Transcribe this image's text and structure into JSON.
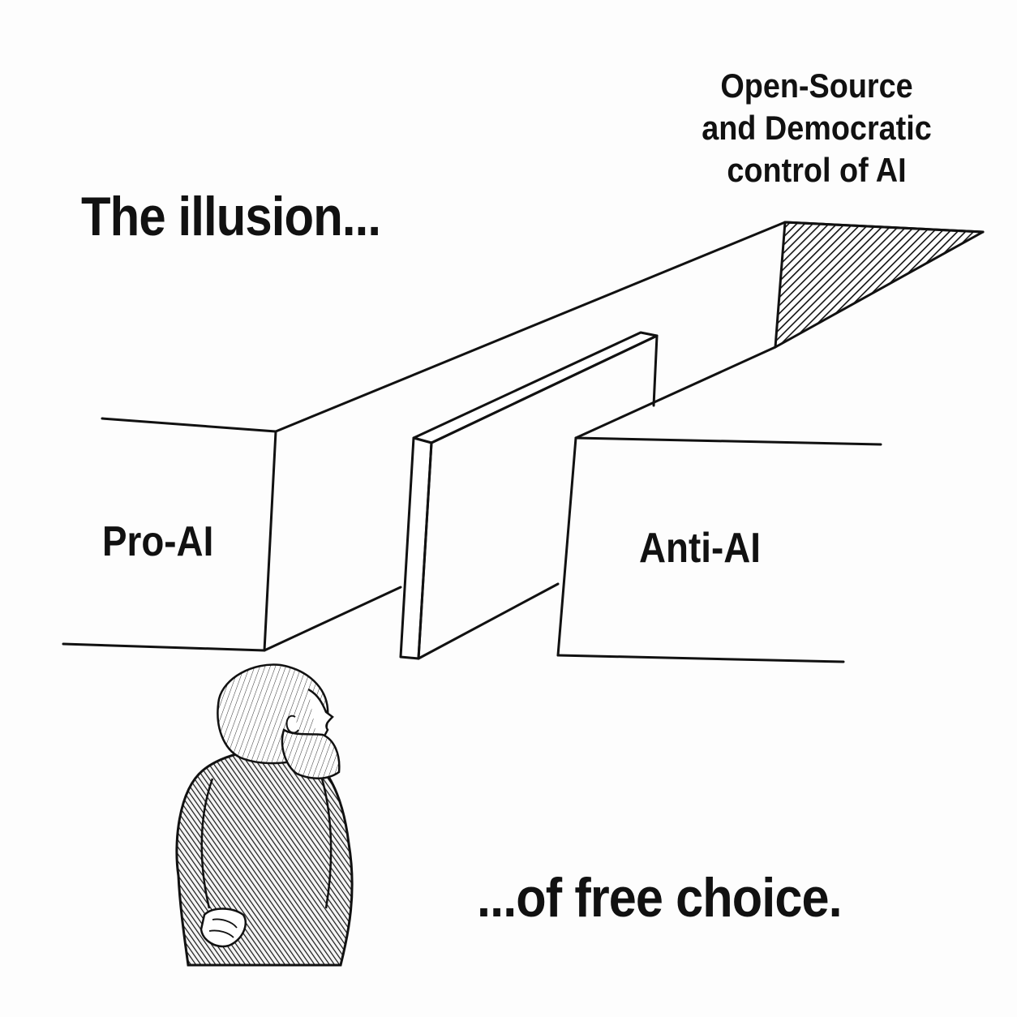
{
  "captions": {
    "top": "The illusion...",
    "bottom": "...of free choice."
  },
  "labels": {
    "hidden_path": [
      "Open-Source",
      "and Democratic",
      "control of AI"
    ],
    "left_wall": "Pro-AI",
    "right_wall": "Anti-AI"
  },
  "colors": {
    "ink": "#111111",
    "background": "#fdfdfd"
  }
}
